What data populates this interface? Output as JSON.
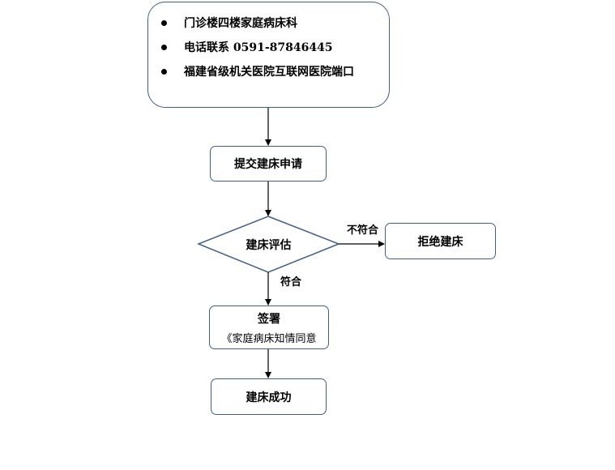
{
  "info": {
    "items": [
      "门诊楼四楼家庭病床科",
      "电话联系 0591-87846445",
      "福建省级机关医院互联网医院端口"
    ]
  },
  "nodes": {
    "submit": "提交建床申请",
    "evaluate": "建床评估",
    "reject": "拒绝建床",
    "sign_line1": "签署",
    "sign_line2": "《家庭病床知情同意",
    "success": "建床成功"
  },
  "edges": {
    "not_match": "不符合",
    "match": "符合"
  },
  "colors": {
    "border": "#3f5f8a",
    "line": "#000000"
  }
}
